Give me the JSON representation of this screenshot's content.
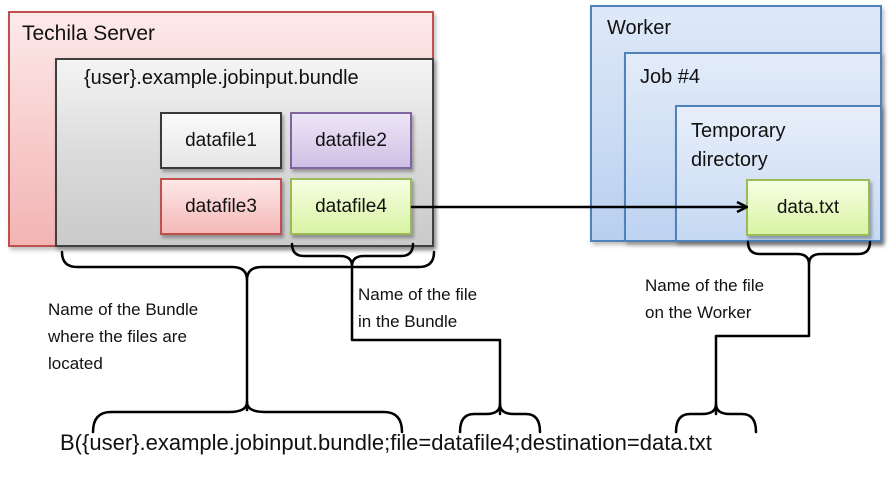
{
  "server": {
    "title": "Techila Server"
  },
  "bundle": {
    "title": "{user}.example.jobinput.bundle"
  },
  "files": [
    "datafile1",
    "datafile2",
    "datafile3",
    "datafile4"
  ],
  "worker": {
    "title": "Worker",
    "job_title": "Job #4",
    "temp_dir_title": "Temporary\ndirectory",
    "file": "data.txt"
  },
  "notes": {
    "bundle_name": "Name of the Bundle\nwhere the files are\nlocated",
    "file_in_bundle": "Name of the file\nin the Bundle",
    "file_on_worker": "Name of the file\non the Worker"
  },
  "command": "B({user}.example.jobinput.bundle;file=datafile4;destination=data.txt",
  "colors": {
    "server_border": "#c0504d",
    "bundle_border": "#404040",
    "worker_border": "#4f81bd",
    "datafile2_border": "#8064a2",
    "green_border": "#9bbb59"
  }
}
